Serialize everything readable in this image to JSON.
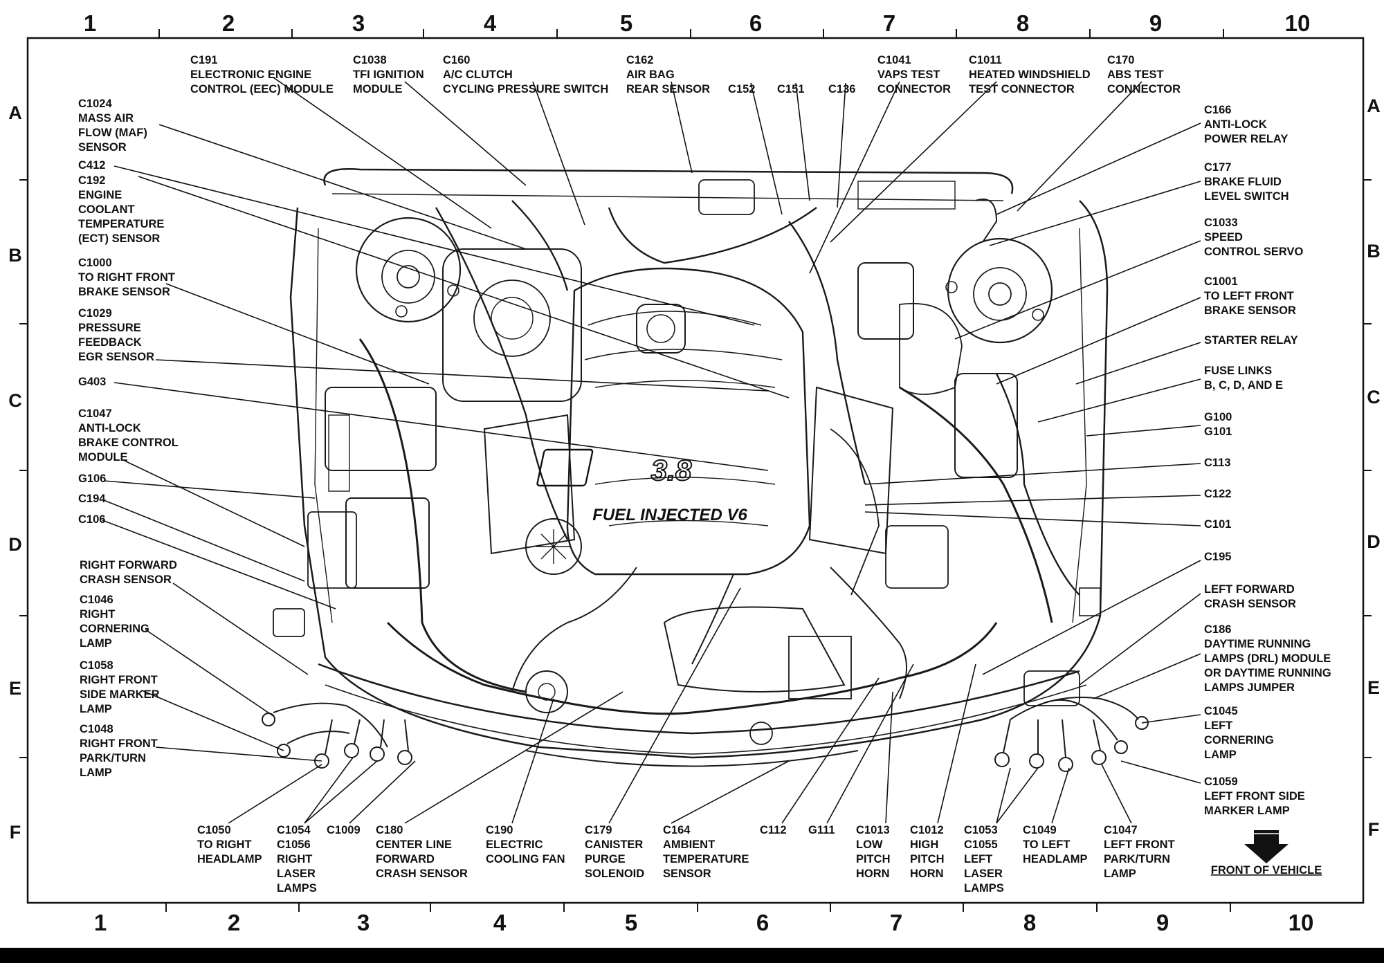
{
  "grid": {
    "columns": [
      "1",
      "2",
      "3",
      "4",
      "5",
      "6",
      "7",
      "8",
      "9",
      "10"
    ],
    "rows": [
      "A",
      "B",
      "C",
      "D",
      "E",
      "F"
    ]
  },
  "components": {
    "c191": [
      "C191",
      "ELECTRONIC ENGINE",
      "CONTROL (EEC) MODULE"
    ],
    "c1038": [
      "C1038",
      "TFI IGNITION",
      "MODULE"
    ],
    "c160": [
      "C160",
      "A/C CLUTCH",
      "CYCLING PRESSURE SWITCH"
    ],
    "c162": [
      "C162",
      "AIR BAG",
      "REAR SENSOR"
    ],
    "c152": [
      "C152"
    ],
    "c151": [
      "C151"
    ],
    "c136": [
      "C136"
    ],
    "c1041": [
      "C1041",
      "VAPS TEST",
      "CONNECTOR"
    ],
    "c1011": [
      "C1011",
      "HEATED WINDSHIELD",
      "TEST CONNECTOR"
    ],
    "c170": [
      "C170",
      "ABS TEST",
      "CONNECTOR"
    ],
    "c1024": [
      "C1024",
      "MASS AIR",
      "FLOW (MAF)",
      "SENSOR"
    ],
    "c412": [
      "C412"
    ],
    "c192": [
      "C192",
      "ENGINE",
      "COOLANT",
      "TEMPERATURE",
      "(ECT) SENSOR"
    ],
    "c1000": [
      "C1000",
      "TO RIGHT FRONT",
      "BRAKE SENSOR"
    ],
    "c1029": [
      "C1029",
      "PRESSURE",
      "FEEDBACK",
      "EGR SENSOR"
    ],
    "g403": [
      "G403"
    ],
    "c1047a": [
      "C1047",
      "ANTI-LOCK",
      "BRAKE CONTROL",
      "MODULE"
    ],
    "g106": [
      "G106"
    ],
    "c194": [
      "C194"
    ],
    "c106": [
      "C106"
    ],
    "rfcs": [
      "RIGHT FORWARD",
      "CRASH SENSOR"
    ],
    "c1046": [
      "C1046",
      "RIGHT",
      "CORNERING",
      "LAMP"
    ],
    "c1058": [
      "C1058",
      "RIGHT FRONT",
      "SIDE MARKER",
      "LAMP"
    ],
    "c1048": [
      "C1048",
      "RIGHT FRONT",
      "PARK/TURN",
      "LAMP"
    ],
    "c166": [
      "C166",
      "ANTI-LOCK",
      "POWER RELAY"
    ],
    "c177": [
      "C177",
      "BRAKE FLUID",
      "LEVEL SWITCH"
    ],
    "c1033": [
      "C1033",
      "SPEED",
      "CONTROL SERVO"
    ],
    "c1001": [
      "C1001",
      "TO LEFT FRONT",
      "BRAKE SENSOR"
    ],
    "starter": [
      "STARTER RELAY"
    ],
    "fuse": [
      "FUSE LINKS",
      "B, C, D, AND E"
    ],
    "g100": [
      "G100",
      "G101"
    ],
    "c113": [
      "C113"
    ],
    "c122": [
      "C122"
    ],
    "c101": [
      "C101"
    ],
    "c195": [
      "C195"
    ],
    "lfcs": [
      "LEFT FORWARD",
      "CRASH SENSOR"
    ],
    "c186": [
      "C186",
      "DAYTIME RUNNING",
      "LAMPS (DRL) MODULE",
      "OR DAYTIME RUNNING",
      "LAMPS JUMPER"
    ],
    "c1045": [
      "C1045",
      "LEFT",
      "CORNERING",
      "LAMP"
    ],
    "c1059": [
      "C1059",
      "LEFT FRONT SIDE",
      "MARKER LAMP"
    ],
    "c1050": [
      "C1050",
      "TO RIGHT",
      "HEADLAMP"
    ],
    "c1054": [
      "C1054",
      "C1056",
      "RIGHT",
      "LASER",
      "LAMPS"
    ],
    "c1009": [
      "C1009"
    ],
    "c180": [
      "C180",
      "CENTER LINE",
      "FORWARD",
      "CRASH SENSOR"
    ],
    "c190": [
      "C190",
      "ELECTRIC",
      "COOLING FAN"
    ],
    "c179": [
      "C179",
      "CANISTER",
      "PURGE",
      "SOLENOID"
    ],
    "c164": [
      "C164",
      "AMBIENT",
      "TEMPERATURE",
      "SENSOR"
    ],
    "c112": [
      "C112"
    ],
    "g111": [
      "G111"
    ],
    "c1013": [
      "C1013",
      "LOW",
      "PITCH",
      "HORN"
    ],
    "c1012": [
      "C1012",
      "HIGH",
      "PITCH",
      "HORN"
    ],
    "c1053": [
      "C1053",
      "C1055",
      "LEFT",
      "LASER",
      "LAMPS"
    ],
    "c1049": [
      "C1049",
      "TO LEFT",
      "HEADLAMP"
    ],
    "c1047b": [
      "C1047",
      "LEFT FRONT",
      "PARK/TURN",
      "LAMP"
    ]
  },
  "engine_marks": {
    "badge": "3.8",
    "script": "FUEL INJECTED V6"
  },
  "front_of_vehicle": "FRONT OF VEHICLE"
}
